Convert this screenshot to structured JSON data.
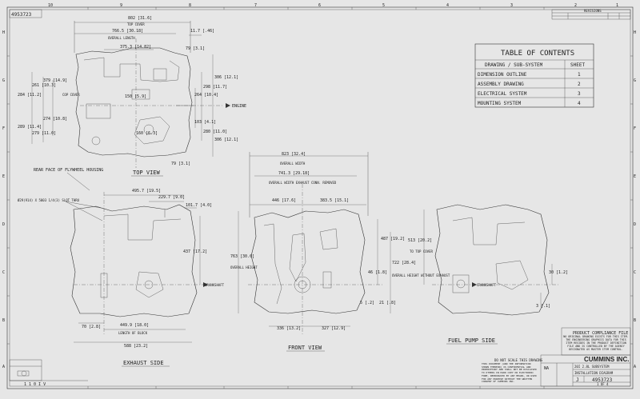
{
  "sheet": {
    "drawing_number": "4953723",
    "border_top_numbers": [
      "10",
      "9",
      "8",
      "7",
      "6",
      "5",
      "4",
      "3",
      "2",
      "1"
    ],
    "border_side_letters": [
      "H",
      "G",
      "F",
      "E",
      "D",
      "C",
      "B",
      "A"
    ],
    "revisions_header": "REVISIONS",
    "bottom_left_tag": "1 1 0 I V"
  },
  "toc": {
    "title": "TABLE OF CONTENTS",
    "col_drawing": "DRAWING / SUB-SYSTEM",
    "col_sheet": "SHEET",
    "rows": [
      {
        "name": "DIMENSION OUTLINE",
        "sheet": "1"
      },
      {
        "name": "ASSEMBLY DRAWING",
        "sheet": "2"
      },
      {
        "name": "ELECTRICAL SYSTEM",
        "sheet": "3"
      },
      {
        "name": "MOUNTING SYSTEM",
        "sheet": "4"
      }
    ]
  },
  "views": {
    "top": "TOP VIEW",
    "front": "FRONT VIEW",
    "exhaust": "EXHAUST SIDE",
    "fuel": "FUEL PUMP SIDE"
  },
  "labels": {
    "engine": "ENGINE",
    "crankshaft": "CRANKSHAFT",
    "rear_face": "REAR FACE OF FLYWHEEL HOUSING",
    "bolt_note": "Ø29(914) X 5003 1/4(3) SLOT THRU",
    "top_cover": "TOP COVER",
    "overall_length": "OVERALL LENGTH",
    "overall_width": "OVERALL WIDTH",
    "overall_height": "OVERALL HEIGHT",
    "length_of_block": "LENGTH OF BLOCK",
    "width_exhaust": "OVERALL WIDTH EXHAUST CONN. REMOVED",
    "height_without": "OVERALL HEIGHT WITHOUT EXHAUST",
    "top_cover_to": "TO TOP COVER",
    "cop_cover": "COP COVER"
  },
  "dims": {
    "d1": "802 [31.6]",
    "d2": "766.5 [30.18]",
    "d3": "375.3 [14.82]",
    "d4": "11.7 [.46]",
    "d5": "79 [3.1]",
    "d6": "306 [12.1]",
    "d7": "298 [11.7]",
    "d8": "264 [10.4]",
    "d9": "284 [11.2]",
    "d10": "261 [10.3]",
    "d11": "274 [10.8]",
    "d12": "150 [5.9]",
    "d13": "279 [11.0]",
    "d14": "289 [11.4]",
    "d15": "160 [6.3]",
    "d16": "103 [4.1]",
    "d17": "306 [12.1]",
    "d18": "79 [3.1]",
    "d19": "280 [11.0]",
    "d20": "379 [14.9]",
    "d21": "823 [32.4]",
    "d22": "741.3 [29.18]",
    "d23": "446 [17.6]",
    "d24": "383.5 [15.1]",
    "d25": "495.7 [19.5]",
    "d26": "229.7 [9.0]",
    "d27": "101.7 [4.0]",
    "d28": "437 [17.2]",
    "d29": "763 [30.0]",
    "d30": "487 [19.2]",
    "d31": "722 [28.4]",
    "d32": "46 [1.8]",
    "d33": "5 [.2]",
    "d34": "21 [.8]",
    "d35": "336 [13.2]",
    "d36": "327 [12.9]",
    "d37": "513 [20.2]",
    "d38": "30 [1.2]",
    "d39": "3 [.1]",
    "d40": "70 [2.8]",
    "d41": "449.9 [18.0]",
    "d42": "588 [23.2]"
  },
  "notes": {
    "proprietary_title": "PRODUCT COMPLIANCE FILE",
    "proprietary_body": "NO ORIGINAL DRAWING EXISTS FOR THIS ITEM. THE ENGINEERING GRAPHICS DATA FOR THIS ITEM RESIDES IN THE PRODUCT DEFINITION FILE AND IS CONTROLLED BY THE AGENCY DESIGNATED AS MASTER ITEM CONTROL.",
    "do_not_scale": "DO NOT SCALE THIS DRAWING",
    "confidential": "THIS DOCUMENT (AND THE INFORMATION SHOWN THEREON) IS CONFIDENTIAL AND PROPRIETARY AND SHALL NOT BE DISCLOSED TO OTHERS IN HARD COPY OR ELECTRONIC FORM, REPRODUCED BY ANY MEANS, OR USED FOR ANY PURPOSE WITHOUT THE WRITTEN CONSENT OF CUMMINS INC."
  },
  "title_block": {
    "company": "CUMMINS INC.",
    "desc1": "20I 2.8L SUBSYSTEM",
    "desc2": "INSTALLATION DIAGRAM",
    "scale": "NA",
    "size": "J",
    "number": "4953723",
    "sheet": "1 OF 4"
  }
}
